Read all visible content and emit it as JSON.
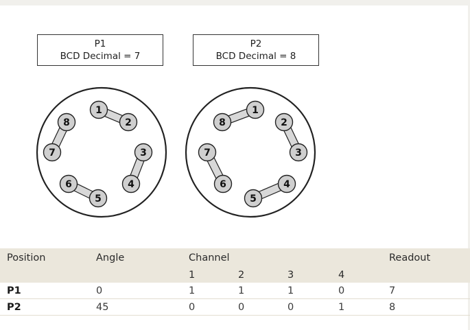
{
  "panels": [
    {
      "name": "P1",
      "caption": "BCD Decimal = 7",
      "pins": [
        "1",
        "2",
        "3",
        "4",
        "5",
        "6",
        "7",
        "8"
      ]
    },
    {
      "name": "P2",
      "caption": "BCD Decimal = 8",
      "pins": [
        "1",
        "2",
        "3",
        "4",
        "5",
        "6",
        "7",
        "8"
      ]
    }
  ],
  "table": {
    "headers": [
      "Position",
      "Angle",
      "Channel",
      "Readout"
    ],
    "channels": [
      "1",
      "2",
      "3",
      "4"
    ],
    "rows": [
      {
        "position": "P1",
        "angle": "0",
        "ch": [
          "1",
          "1",
          "1",
          "0"
        ],
        "readout": "7"
      },
      {
        "position": "P2",
        "angle": "45",
        "ch": [
          "0",
          "0",
          "0",
          "1"
        ],
        "readout": "8"
      }
    ]
  },
  "colors": {
    "pin_fill": "#cfcfcf",
    "connector_fill": "#d8d8d8",
    "outline": "#222222",
    "table_header_bg": "#ebe7dc",
    "frame": "#f1f0ec"
  }
}
